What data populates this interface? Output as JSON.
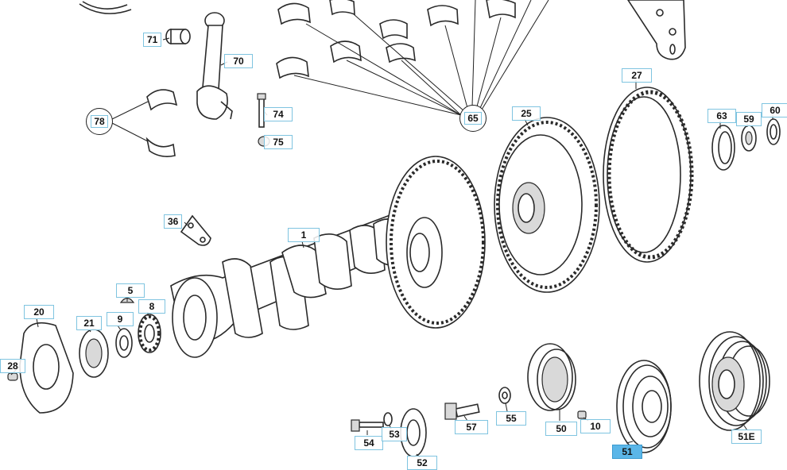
{
  "callouts": {
    "c71": "71",
    "c70": "70",
    "c74": "74",
    "c75": "75",
    "c78": "78",
    "c65": "65",
    "c25": "25",
    "c27": "27",
    "c63": "63",
    "c59": "59",
    "c60": "60",
    "c36": "36",
    "c1": "1",
    "c5": "5",
    "c8": "8",
    "c9": "9",
    "c21": "21",
    "c20": "20",
    "c28": "28",
    "c54": "54",
    "c53": "53",
    "c52": "52",
    "c57": "57",
    "c55": "55",
    "c50": "50",
    "c10": "10",
    "c51": "51",
    "c51e": "51E"
  },
  "selected_callout": "51",
  "colors": {
    "line": "#2a2a2a",
    "callout_border": "#7fc4e0",
    "selected": "#5bb6e8"
  }
}
